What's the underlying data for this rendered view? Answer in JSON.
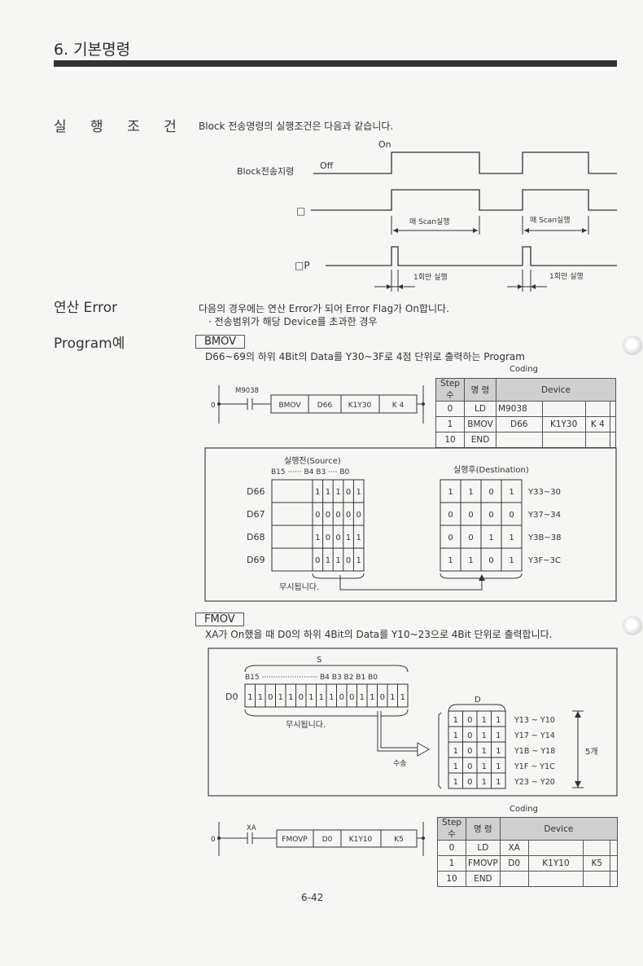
{
  "header": {
    "title": "6. 기본명령"
  },
  "sections": {
    "exec_condition": {
      "title": "실 행 조 건",
      "intro": "Block 전송명령의 실행조건은 다음과 같습니다.",
      "timing": {
        "on": "On",
        "off": "Off",
        "signal_label": "Block전송지령",
        "square": "□",
        "square_p": "□P",
        "scan_exec_1": "매 Scan실행",
        "scan_exec_2": "매 Scan실행",
        "once_1": "1회만 실행",
        "once_2": "1회만 실행"
      }
    },
    "op_error": {
      "title": "연산 Error",
      "line1": "다음의 경우에는 연산 Error가 되어 Error Flag가 On합니다.",
      "line2": "· 전송범위가 해당 Device를 초과한 경우"
    },
    "program": {
      "title": "Program예",
      "bmov": {
        "tag": "BMOV",
        "desc": "D66~69의 하위 4Bit의 Data를 Y30~3F로 4점 단위로 출력하는 Program",
        "coding_label": "Coding",
        "ladder": {
          "rail_num": "0",
          "contact": "M9038",
          "cells": [
            "BMOV",
            "D66",
            "K1Y30",
            "K 4"
          ]
        },
        "table": {
          "headers": [
            "Step수",
            "명 령",
            "Device"
          ],
          "rows": [
            [
              "0",
              "LD",
              "M9038",
              "",
              "",
              ""
            ],
            [
              "1",
              "BMOV",
              "D66",
              "K1Y30",
              "K 4",
              ""
            ],
            [
              "10",
              "END",
              "",
              "",
              "",
              ""
            ]
          ]
        },
        "diagram": {
          "source_title": "실행전(Source)",
          "source_bits_label": "B15 ······ B4 B3 ···· B0",
          "dest_title": "실행후(Destination)",
          "ignored": "무시됩니다.",
          "rows": [
            {
              "reg": "D66",
              "bits": [
                "1",
                "1",
                "1",
                "0",
                "1"
              ],
              "dest": [
                "1",
                "1",
                "0",
                "1"
              ],
              "yrange": "Y33~30"
            },
            {
              "reg": "D67",
              "bits": [
                "0",
                "0",
                "0",
                "0",
                "0"
              ],
              "dest": [
                "0",
                "0",
                "0",
                "0"
              ],
              "yrange": "Y37~34"
            },
            {
              "reg": "D68",
              "bits": [
                "1",
                "0",
                "0",
                "1",
                "1"
              ],
              "dest": [
                "0",
                "0",
                "1",
                "1"
              ],
              "yrange": "Y3B~38"
            },
            {
              "reg": "D69",
              "bits": [
                "0",
                "1",
                "1",
                "0",
                "1"
              ],
              "dest": [
                "1",
                "1",
                "0",
                "1"
              ],
              "yrange": "Y3F~3C"
            }
          ]
        }
      },
      "fmov": {
        "tag": "FMOV",
        "desc": "XA가 On했을 때 D0의 하위 4Bit의 Data를 Y10~23으로 4Bit 단위로 출력합니다.",
        "coding_label": "Coding",
        "diagram": {
          "s_label": "S",
          "bits_label": "B15 ························ B4 B3 B2 B1 B0",
          "reg": "D0",
          "bits": [
            "1",
            "1",
            "0",
            "1",
            "1",
            "0",
            "1",
            "1",
            "1",
            "0",
            "0",
            "1",
            "1",
            "0",
            "1",
            "1"
          ],
          "ignored": "무시됩니다.",
          "transfer": "수송",
          "d_label": "D",
          "dest_bits": [
            "1",
            "0",
            "1",
            "1"
          ],
          "ranges": [
            "Y13 ~ Y10",
            "Y17 ~ Y14",
            "Y1B ~ Y18",
            "Y1F ~ Y1C",
            "Y23 ~ Y20"
          ],
          "count": "5개"
        },
        "ladder": {
          "rail_num": "0",
          "contact": "XA",
          "cells": [
            "FMOVP",
            "D0",
            "K1Y10",
            "K5"
          ]
        },
        "table": {
          "headers": [
            "Step수",
            "명 령",
            "Device"
          ],
          "rows": [
            [
              "0",
              "LD",
              "XA",
              "",
              "",
              ""
            ],
            [
              "1",
              "FMOVP",
              "D0",
              "K1Y10",
              "K5",
              ""
            ],
            [
              "10",
              "END",
              "",
              "",
              "",
              ""
            ]
          ]
        }
      }
    }
  },
  "footer": {
    "page": "6-42"
  }
}
